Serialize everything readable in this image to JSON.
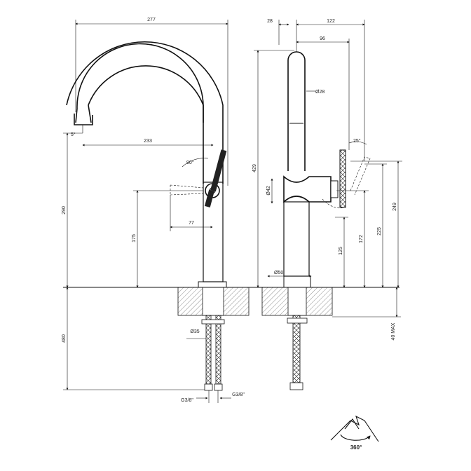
{
  "dimensions": {
    "overall_width": "277",
    "spout_reach": "233",
    "handle_offset": "77",
    "handle_angle": "90°",
    "spout_tilt": "5°",
    "spout_height": "290",
    "handle_height": "175",
    "below_deck": "480",
    "hose_thread_left": "G3/8\"",
    "hose_thread_right": "G3/8\"",
    "mount_diameter": "Ø35",
    "side_offset_small": "28",
    "side_overall_depth": "122",
    "side_handle_depth": "96",
    "tube_diameter": "Ø28",
    "body_diameter": "Ø42",
    "base_diameter": "Ø50",
    "total_height": "429",
    "handle_tilt": "25°",
    "height_249": "249",
    "height_225": "225",
    "height_172": "172",
    "height_125": "125",
    "deck_max": "40 MAX"
  },
  "rotation": {
    "label": "360°",
    "icon": "swivel-arrow-icon"
  }
}
